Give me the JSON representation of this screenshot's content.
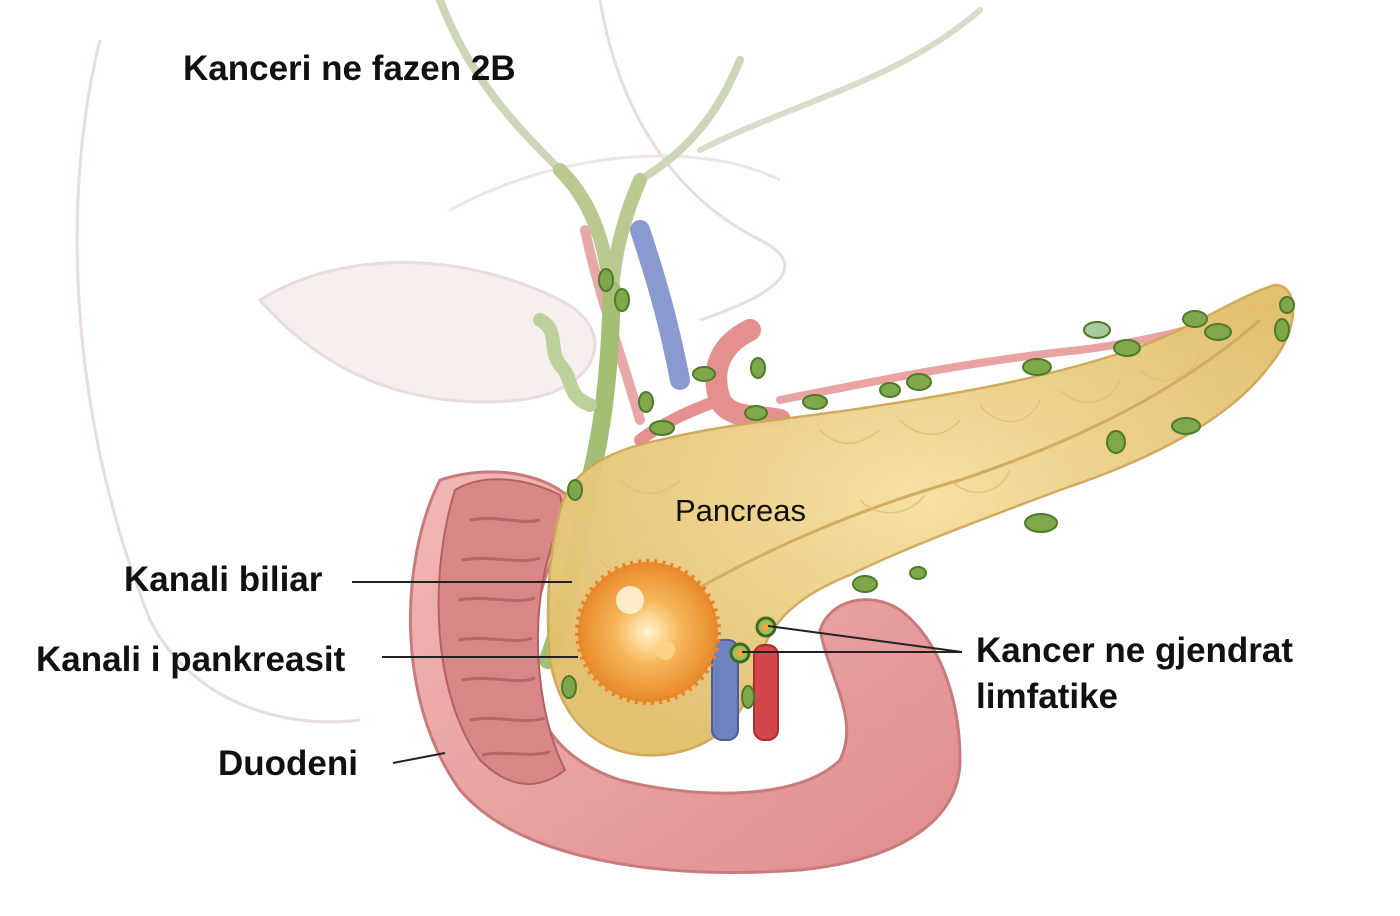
{
  "title": "Kanceri  ne fazen 2B",
  "labels": {
    "pancreas": "Pancreas",
    "bile_duct": "Kanali biliar",
    "pancreatic_duct": "Kanali i pankreasit",
    "duodenum": "Duodeni",
    "lymph_cancer_line1": "Kancer ne gjendrat",
    "lymph_cancer_line2": "limfatike"
  },
  "colors": {
    "pancreas": "#edcf86",
    "tumor": "#f0a040",
    "duodenum": "#e9a2a2",
    "lymph_node": "#7ea84a",
    "bile_duct": "#a3bf74",
    "artery": "#d4464a",
    "vein": "#6f82c0"
  }
}
